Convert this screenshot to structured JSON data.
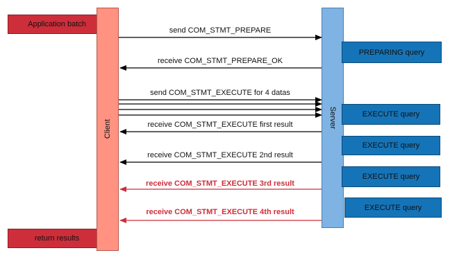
{
  "boxes": {
    "application_batch": "Application batch",
    "return_results": "return results",
    "preparing_query": "PREPARING query",
    "execute_query_1": "EXECUTE query",
    "execute_query_2": "EXECUTE query",
    "execute_query_3": "EXECUTE query",
    "execute_query_4": "EXECUTE query"
  },
  "lanes": {
    "client": "Client",
    "server": "Server"
  },
  "messages": {
    "send_prepare": "send COM_STMT_PREPARE",
    "receive_prepare_ok": "receive COM_STMT_PREPARE_OK",
    "send_execute": "send COM_STMT_EXECUTE for 4 datas",
    "receive_first": "receive COM_STMT_EXECUTE first result",
    "receive_second": "receive COM_STMT_EXECUTE 2nd result",
    "receive_third": "receive COM_STMT_EXECUTE 3rd result",
    "receive_fourth": "receive COM_STMT_EXECUTE 4th result"
  },
  "colors": {
    "client_lane": "#ff9280",
    "server_lane": "#7fb3e3",
    "red_box": "#cd2e3a",
    "blue_box": "#1574b8",
    "black_arrow": "#000000",
    "red_arrow": "#cd2e3a"
  }
}
